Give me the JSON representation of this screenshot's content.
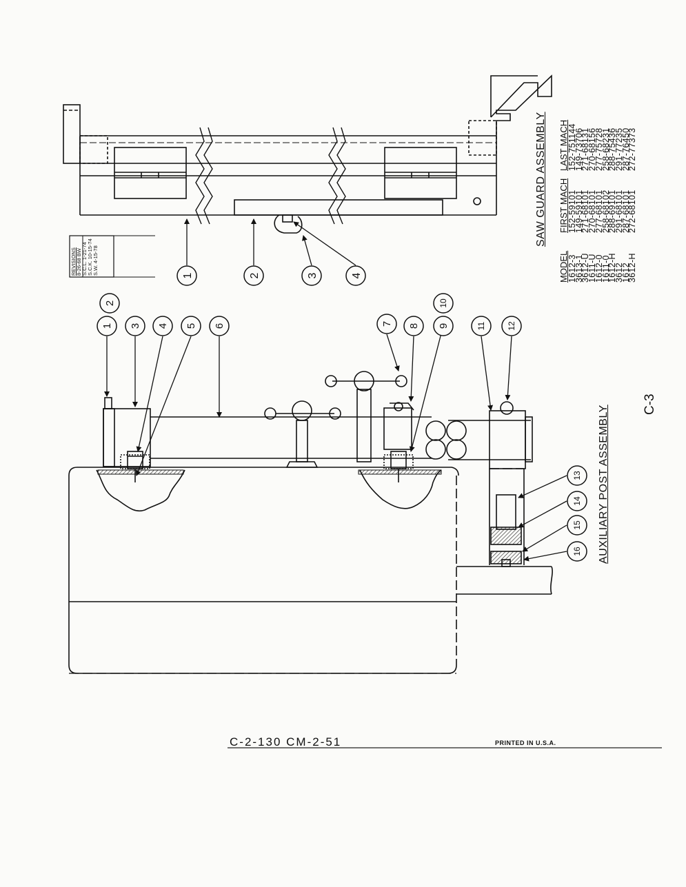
{
  "saw_guard": {
    "title": "SAW GUARD  ASSEMBLY",
    "callouts": [
      "1",
      "2",
      "3",
      "4"
    ],
    "table": {
      "model_header": "MODEL",
      "first_header": "FIRST MACH",
      "last_header": "LAST MACH",
      "rows": [
        {
          "model": "1612-3",
          "first": "152-59101",
          "last": "152-751144"
        },
        {
          "model": "3613-1",
          "first": "149-59101",
          "last": "149-73706"
        },
        {
          "model": "3612-U",
          "first": "271-68101",
          "last": "271-68131"
        },
        {
          "model": "1611-U",
          "first": "270-68101",
          "last": "270-68156"
        },
        {
          "model": "1612-0",
          "first": "277-68101",
          "last": "277-75728"
        },
        {
          "model": "1611-0",
          "first": "258-68102",
          "last": "258-68231"
        },
        {
          "model": "1612-H",
          "first": "288-69101",
          "last": "288-75436"
        },
        {
          "model": "3612",
          "first": "291-68101",
          "last": "291-77235"
        },
        {
          "model": "1612",
          "first": "287-68101",
          "last": "287-76450"
        },
        {
          "model": "3612-H",
          "first": "272-68101",
          "last": "272-77373"
        }
      ]
    },
    "revisions": {
      "header": "REVISIONS",
      "entries": [
        "8-26-68 BW",
        "S.C.L. 1-21-74",
        "S.C.K. 10-15-74",
        "S.W. 4-15-78"
      ]
    }
  },
  "aux_post": {
    "title": "AUXILIARY  POST  ASSEMBLY",
    "callouts": [
      "1",
      "2",
      "3",
      "4",
      "5",
      "6",
      "7",
      "8",
      "9",
      "10",
      "11",
      "12",
      "13",
      "14",
      "15",
      "16"
    ]
  },
  "page_number": "C-3",
  "footer": {
    "doc_code": "C-2-130   CM-2-51",
    "printed": "PRINTED  IN  U.S.A."
  }
}
